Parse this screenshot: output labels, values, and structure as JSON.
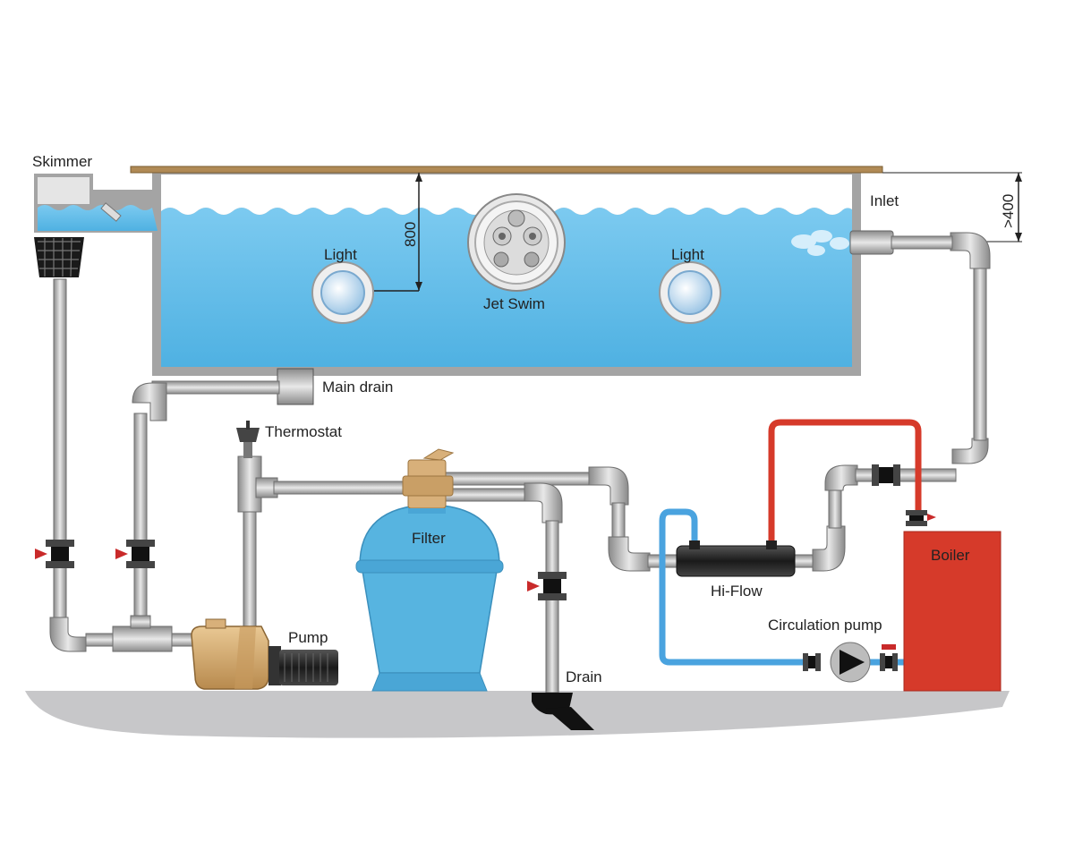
{
  "labels": {
    "skimmer": "Skimmer",
    "inlet": "Inlet",
    "light_left": "Light",
    "light_right": "Light",
    "jet_swim": "Jet Swim",
    "main_drain": "Main drain",
    "thermostat": "Thermostat",
    "filter": "Filter",
    "pump": "Pump",
    "drain": "Drain",
    "hi_flow": "Hi-Flow",
    "circulation_pump": "Circulation pump",
    "boiler": "Boiler"
  },
  "dimensions": {
    "depth": "800",
    "height": ">400"
  },
  "colors": {
    "water": "#5ab8e6",
    "pipe": "#9a9a9a",
    "hot_pipe": "#d63a2a",
    "cold_pipe": "#4aa3df",
    "boiler": "#d63a2a",
    "filter": "#57b4e0",
    "pump_body": "#d8b07a",
    "deck": "#b08a55",
    "ground": "#c7c7c9"
  }
}
